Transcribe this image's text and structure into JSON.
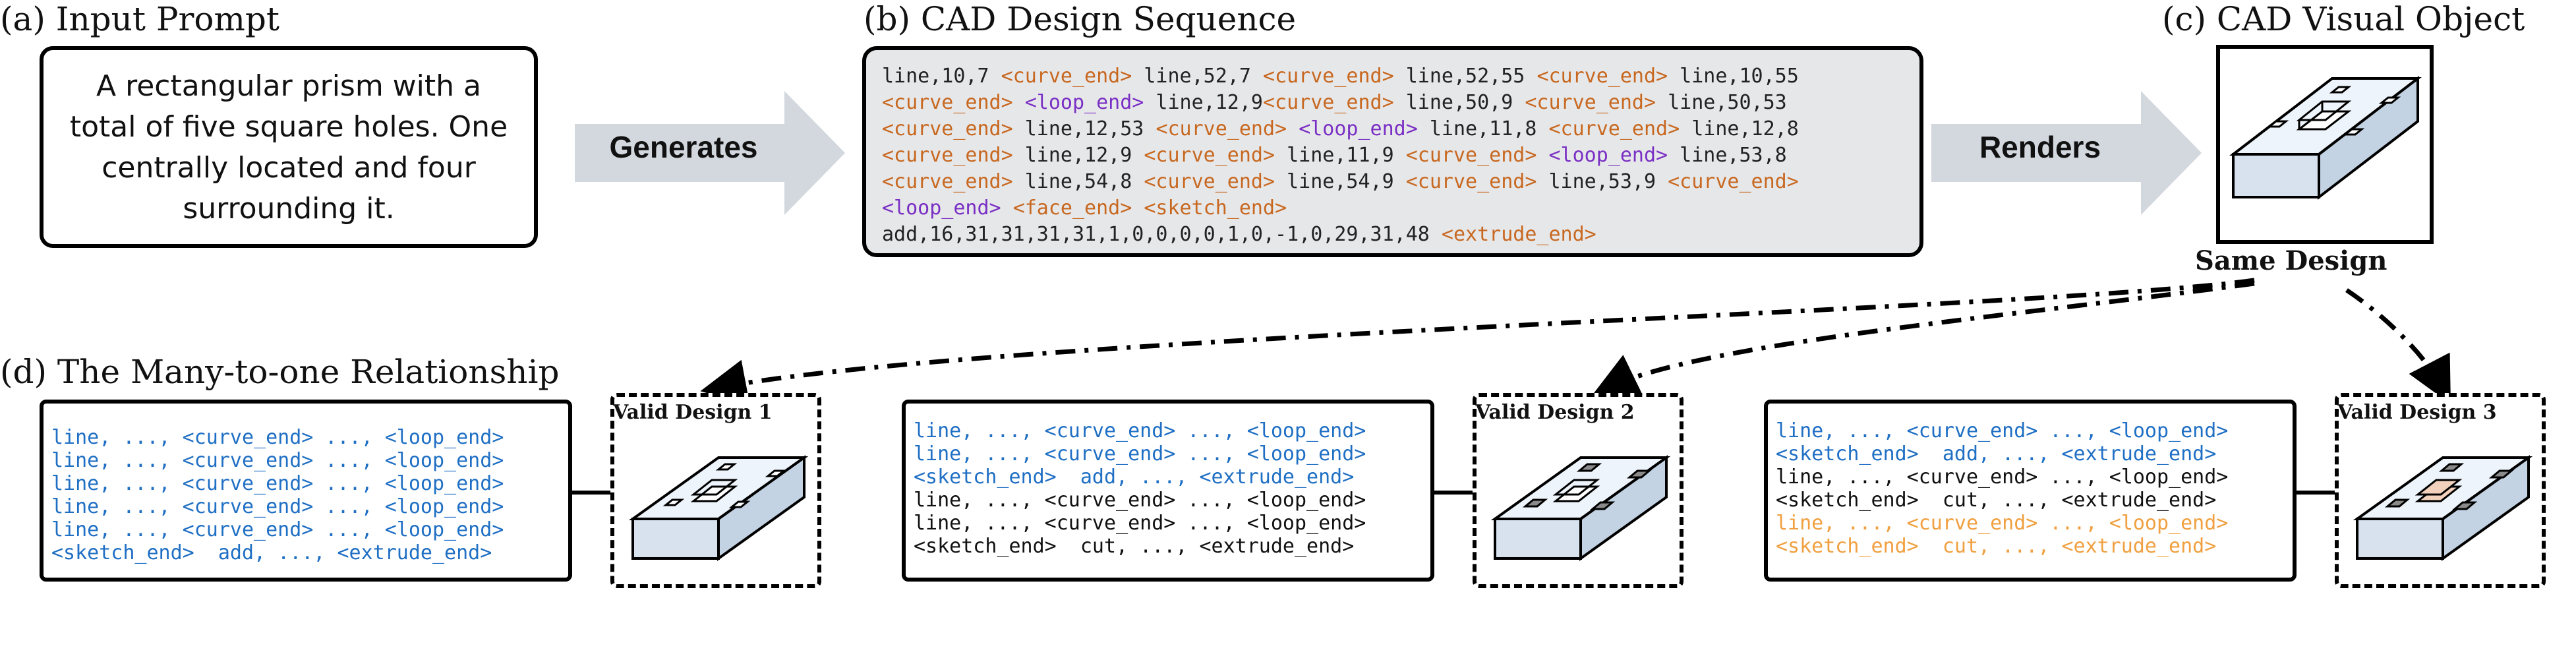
{
  "panel_a": {
    "title": "(a) Input Prompt",
    "prompt_lines": [
      "A rectangular prism with a",
      "total of five square holes. One",
      "centrally located and four",
      "surrounding it."
    ]
  },
  "arrow_generates": "Generates",
  "panel_b": {
    "title": "(b) CAD Design Sequence",
    "lines": [
      [
        [
          "n",
          "line,10,7 "
        ],
        [
          "c",
          "<curve_end>"
        ],
        [
          "n",
          " line,52,7 "
        ],
        [
          "c",
          "<curve_end>"
        ],
        [
          "n",
          " line,52,55 "
        ],
        [
          "c",
          "<curve_end>"
        ],
        [
          "n",
          " line,10,55"
        ]
      ],
      [
        [
          "c",
          "<curve_end>"
        ],
        [
          "n",
          " "
        ],
        [
          "l",
          "<loop_end>"
        ],
        [
          "n",
          " line,12,9"
        ],
        [
          "c",
          "<curve_end>"
        ],
        [
          "n",
          " line,50,9 "
        ],
        [
          "c",
          "<curve_end>"
        ],
        [
          "n",
          " line,50,53"
        ]
      ],
      [
        [
          "c",
          "<curve_end>"
        ],
        [
          "n",
          " line,12,53 "
        ],
        [
          "c",
          "<curve_end>"
        ],
        [
          "n",
          " "
        ],
        [
          "l",
          "<loop_end>"
        ],
        [
          "n",
          " line,11,8 "
        ],
        [
          "c",
          "<curve_end>"
        ],
        [
          "n",
          " line,12,8"
        ]
      ],
      [
        [
          "c",
          "<curve_end>"
        ],
        [
          "n",
          " line,12,9 "
        ],
        [
          "c",
          "<curve_end>"
        ],
        [
          "n",
          " line,11,9 "
        ],
        [
          "c",
          "<curve_end>"
        ],
        [
          "n",
          " "
        ],
        [
          "l",
          "<loop_end>"
        ],
        [
          "n",
          " line,53,8"
        ]
      ],
      [
        [
          "c",
          "<curve_end>"
        ],
        [
          "n",
          " line,54,8 "
        ],
        [
          "c",
          "<curve_end>"
        ],
        [
          "n",
          " line,54,9 "
        ],
        [
          "c",
          "<curve_end>"
        ],
        [
          "n",
          " line,53,9 "
        ],
        [
          "c",
          "<curve_end>"
        ]
      ],
      [
        [
          "l",
          "<loop_end>"
        ],
        [
          "n",
          " "
        ],
        [
          "c",
          "<face_end>"
        ],
        [
          "n",
          " "
        ],
        [
          "c",
          "<sketch_end>"
        ]
      ],
      [
        [
          "n",
          "add,16,31,31,31,31,1,0,0,0,0,1,0,-1,0,29,31,48 "
        ],
        [
          "c",
          "<extrude_end>"
        ]
      ]
    ]
  },
  "arrow_renders": "Renders",
  "panel_c": {
    "title": "(c) CAD Visual Object"
  },
  "same_design": "Same Design",
  "panel_d": {
    "title": "(d) The Many-to-one Relationship",
    "designs": [
      {
        "label": "Valid Design 1",
        "lines": [
          [
            "blue",
            "line, ..., <curve_end> ..., <loop_end>"
          ],
          [
            "blue",
            "line, ..., <curve_end> ..., <loop_end>"
          ],
          [
            "blue",
            "line, ..., <curve_end> ..., <loop_end>"
          ],
          [
            "blue",
            "line, ..., <curve_end> ..., <loop_end>"
          ],
          [
            "blue",
            "line, ..., <curve_end> ..., <loop_end>"
          ],
          [
            "blue",
            "<sketch_end>  add, ..., <extrude_end>"
          ]
        ]
      },
      {
        "label": "Valid Design 2",
        "lines": [
          [
            "blue",
            "line, ..., <curve_end> ..., <loop_end>"
          ],
          [
            "blue",
            "line, ..., <curve_end> ..., <loop_end>"
          ],
          [
            "blue",
            "<sketch_end>  add, ..., <extrude_end>"
          ],
          [
            "black",
            "line, ..., <curve_end> ..., <loop_end>"
          ],
          [
            "black",
            "line, ..., <curve_end> ..., <loop_end>"
          ],
          [
            "black",
            "<sketch_end>  cut, ..., <extrude_end>"
          ]
        ]
      },
      {
        "label": "Valid Design 3",
        "lines": [
          [
            "blue",
            "line, ..., <curve_end> ..., <loop_end>"
          ],
          [
            "blue",
            "<sketch_end>  add, ..., <extrude_end>"
          ],
          [
            "black",
            "line, ..., <curve_end> ..., <loop_end>"
          ],
          [
            "black",
            "<sketch_end>  cut, ..., <extrude_end>"
          ],
          [
            "orange",
            "line, ..., <curve_end> ..., <loop_end>"
          ],
          [
            "orange",
            "<sketch_end>  cut, ..., <extrude_end>"
          ]
        ]
      }
    ]
  },
  "colors": {
    "curve_token": "#c86820",
    "loop_token": "#7a2fc4",
    "blue_code": "#1f6fc4",
    "orange_code": "#f0a040",
    "arrow_fill": "#d3d8de",
    "sequence_bg": "#e6e7e9",
    "block_top": "#eef4fb",
    "center_hole_fill": "#f2d2bd"
  }
}
